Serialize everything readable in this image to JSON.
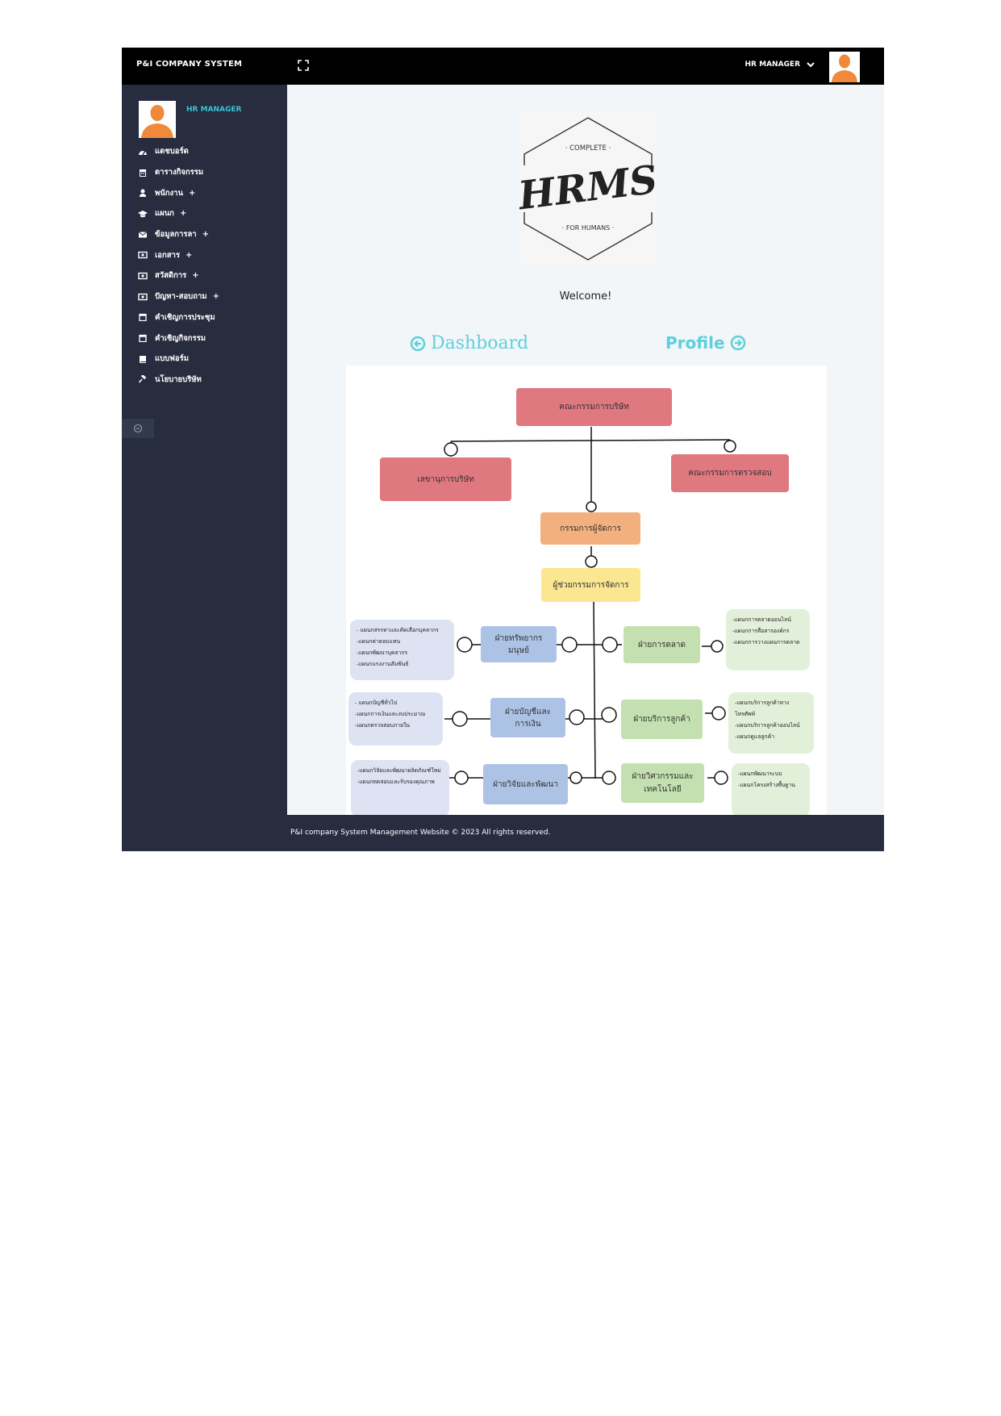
{
  "app": {
    "title": "P&I COMPANY SYSTEM"
  },
  "topbar": {
    "user_role": "HR MANAGER",
    "expand_icon": "expand-icon",
    "avatar_icon": "user-avatar"
  },
  "sidebar": {
    "user_role": "HR MANAGER",
    "items": [
      {
        "label": "แดชบอร์ด",
        "icon": "dashboard-icon",
        "expandable": false
      },
      {
        "label": "ตารางกิจกรรม",
        "icon": "calendar-icon",
        "expandable": false
      },
      {
        "label": "พนักงาน",
        "icon": "user-icon",
        "expandable": true
      },
      {
        "label": "แผนก",
        "icon": "graduation-cap-icon",
        "expandable": true
      },
      {
        "label": "ข้อมูลการลา",
        "icon": "envelope-icon",
        "expandable": true
      },
      {
        "label": "เอกสาร",
        "icon": "money-icon",
        "expandable": true
      },
      {
        "label": "สวัสดิการ",
        "icon": "money-icon",
        "expandable": true
      },
      {
        "label": "ปัญหา-สอบถาม",
        "icon": "money-icon",
        "expandable": true
      },
      {
        "label": "คำเชิญการประชุม",
        "icon": "calendar-o-icon",
        "expandable": false
      },
      {
        "label": "คำเชิญกิจกรรม",
        "icon": "calendar-o-icon",
        "expandable": false
      },
      {
        "label": "แบบฟอร์ม",
        "icon": "book-icon",
        "expandable": false
      },
      {
        "label": "นโยบายบริษัท",
        "icon": "gavel-icon",
        "expandable": false
      }
    ],
    "plus": "+",
    "collapse_icon": "collapse-circle-icon"
  },
  "content": {
    "logo": {
      "top": "· COMPLETE ·",
      "main": "HRMS",
      "bottom": "· FOR HUMANS ·"
    },
    "welcome": "Welcome!",
    "dashboard_link": "Dashboard",
    "profile_link": "Profile"
  },
  "org_chart": {
    "board": "คณะกรรมการบริษัท",
    "secretary": "เลขานุการบริษัท",
    "audit": "คณะกรรมการตรวจสอบ",
    "md": "กรรมการผู้จัดการ",
    "assistant": "ผู้ช่วยกรรมการจัดการ",
    "hr": "ฝ่ายทรัพยากร\nมนุษย์",
    "finance": "ฝ่ายบัญชีและ\nการเงิน",
    "rd": "ฝ่ายวิจัยและพัฒนา",
    "marketing": "ฝ่ายการตลาด",
    "service": "ฝ่ายบริการลูกค้า",
    "engineering": "ฝ่ายวิศวกรรมและ\nเทคโนโลยี",
    "hr_notes": "- แผนกสรรหาและคัดเลือกบุคลากร\n-แผนกค่าตอบแทน\n-แผนกพัฒนาบุคลากร\n-แผนกแรงงานสัมพันธ์",
    "finance_notes": "- แผนกบัญชีทั่วไป\n-แผนกการเงินและงบประมาณ\n-แผนกตรวจสอบภายใน",
    "rd_notes": "-แผนกวิจัยและพัฒนาผลิตภัณฑ์ใหม่\n-แผนกทดสอบและรับรองคุณภาพ",
    "marketing_notes": "-แผนกการตลาดออนไลน์\n-แผนกการสื่อสารองค์กร\n-แผนกการวางแผนการตลาด",
    "service_notes": "-แผนกบริการลูกค้าทาง\nโทรศัพท์\n-แผนกบริการลูกค้าออนไลน์\n-แผนกดูแลลูกค้า",
    "engineering_notes": "-แผนกพัฒนาระบบ\n-แผนกโครงสร้างพื้นฐาน"
  },
  "footer": {
    "text": "P&I company System Management Website © 2023 All rights reserved."
  }
}
